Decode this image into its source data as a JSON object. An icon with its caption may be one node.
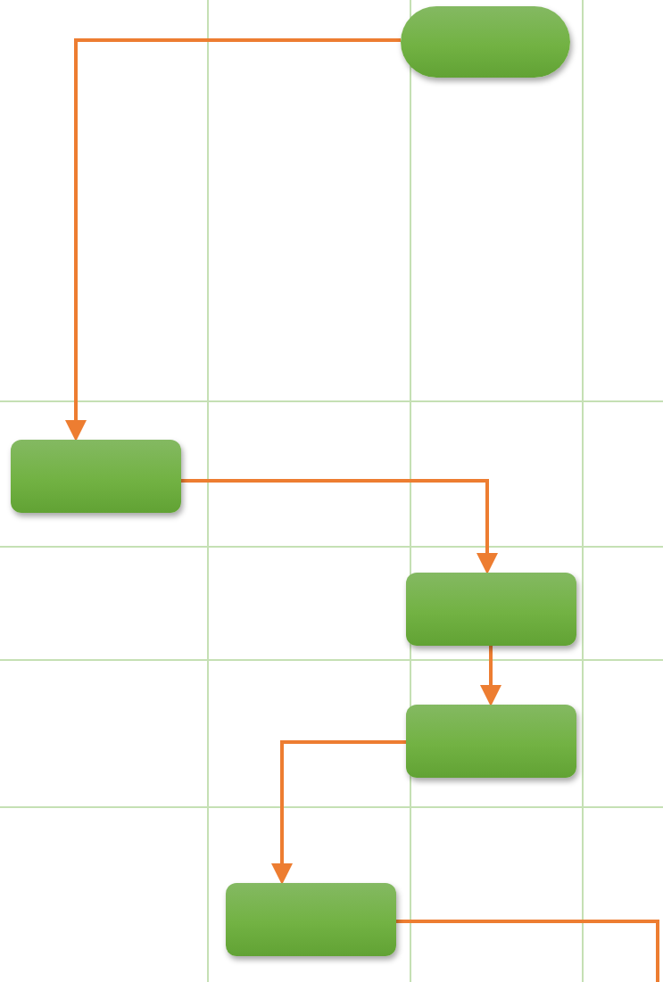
{
  "diagram": {
    "nodes": [
      {
        "text": [],
        "shape": "pill"
      },
      {
        "text": [],
        "shape": "box"
      },
      {
        "text": [],
        "shape": "box"
      },
      {
        "text": [],
        "shape": "box"
      },
      {
        "text": [],
        "shape": "box"
      }
    ],
    "edges": [
      {
        "from": 0,
        "to": 1,
        "arrow": "to"
      },
      {
        "from": 1,
        "to": 2,
        "arrow": "to"
      },
      {
        "from": 2,
        "to": 3,
        "arrow": "to"
      },
      {
        "from": 3,
        "to": 4,
        "arrow": "to"
      },
      {
        "from": 4,
        "to": null,
        "arrow": "none"
      }
    ]
  }
}
